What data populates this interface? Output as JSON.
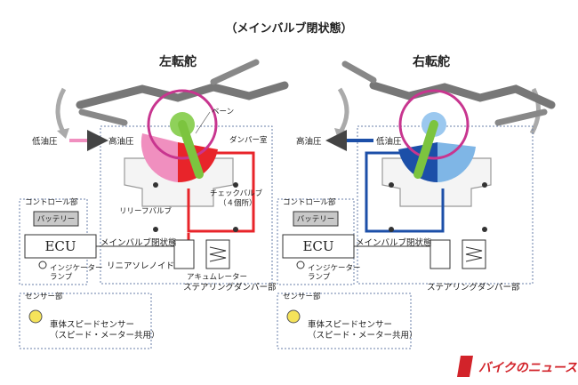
{
  "title": "（メインバルブ閉状態）",
  "left": {
    "heading": "左転舵",
    "low_pressure": "低油圧",
    "high_pressure": "高油圧",
    "labels": {
      "vane": "ベーン",
      "damper_chamber": "ダンパー室",
      "check_valve": "チェックバルブ",
      "check_valve_count": "（４個所）",
      "relief_valve": "リリーフバルブ",
      "main_valve": "メインバルブ",
      "main_valve_state": "閉状態",
      "linear_solenoid": "リニアソレノイド",
      "accumulator": "アキュムレーター",
      "steering_damper": "ステアリングダンパー部",
      "control_unit": "コントロール部",
      "battery": "バッテリー",
      "ecu": "ECU",
      "indicator_lamp_1": "インジケーター",
      "indicator_lamp_2": "ランプ",
      "sensor_unit": "センサー部",
      "speed_sensor": "車体スピードセンサー",
      "speed_sensor_note": "（スピード・メーター共用）"
    }
  },
  "right": {
    "heading": "右転舵",
    "high_pressure": "高油圧",
    "low_pressure": "低油圧",
    "labels": {
      "main_valve": "メインバルブ",
      "main_valve_state": "閉状態",
      "steering_damper": "ステアリングダンパー部",
      "control_unit": "コントロール部",
      "battery": "バッテリー",
      "ecu": "ECU",
      "indicator_lamp_1": "インジケーター",
      "indicator_lamp_2": "ランプ",
      "sensor_unit": "センサー部",
      "speed_sensor": "車体スピードセンサー",
      "speed_sensor_note": "（スピード・メーター共用）"
    }
  },
  "watermark": "バイクのニュース",
  "colors": {
    "high_left": "#e8242a",
    "low_left": "#f08fbf",
    "high_right": "#1c4fa8",
    "low_right": "#7fb6e6",
    "highlight_ring": "#c8358f",
    "lever": "#7cc43f",
    "logo": "#d2232a"
  }
}
